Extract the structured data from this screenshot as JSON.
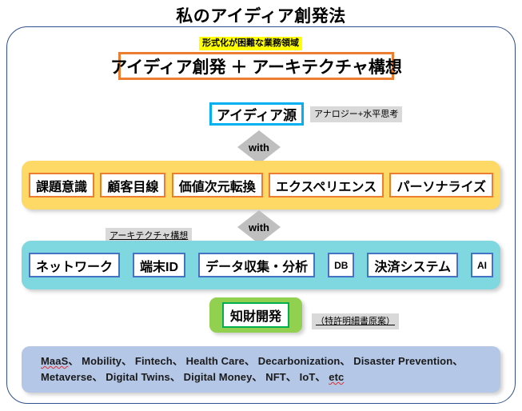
{
  "page_title": "私のアイディア創発法",
  "headline": {
    "highlight_label": "形式化が困難な業務領域",
    "text": "アイディア創発 ＋ アーキテクチャ構想"
  },
  "idea_source": {
    "label": "アイディア源",
    "note": "アナロジー+水平思考"
  },
  "connectors": {
    "with_upper": "with",
    "with_lower": "with"
  },
  "idea_methods_row": {
    "items": [
      {
        "label": "課題意識"
      },
      {
        "label": "顧客目線"
      },
      {
        "label": "価値次元転換"
      },
      {
        "label": "エクスペリエンス"
      },
      {
        "label": "パーソナライズ"
      }
    ]
  },
  "architecture_row": {
    "note": "アーキテクチャ構想",
    "items": [
      {
        "label": "ネットワーク",
        "size": "normal"
      },
      {
        "label": "端末ID",
        "size": "normal"
      },
      {
        "label": "データ収集・分析",
        "size": "normal"
      },
      {
        "label": "DB",
        "size": "small"
      },
      {
        "label": "決済システム",
        "size": "normal"
      },
      {
        "label": "AI",
        "size": "small"
      }
    ]
  },
  "ip_development": {
    "label": "知財開発",
    "note": "（特許明細書原案）"
  },
  "domains_footer": {
    "line1_part1": "MaaS",
    "line1_rest": "、 Mobility、 Fintech、 Health Care、 Decarbonization、 Disaster Prevention、",
    "line2_start": "Metaverse、 Digital Twins、 Digital Money、 NFT、 IoT、 ",
    "line2_spell": "etc"
  },
  "colors": {
    "frame_border": "#2F4F8F",
    "accent_orange": "#ED7D31",
    "band_orange": "#FFD966",
    "accent_cyan": "#00B0F0",
    "band_teal": "#7FD7E0",
    "accent_blue": "#4472C4",
    "band_green": "#92D050",
    "accent_green": "#00B050",
    "band_footer_blue": "#B4C7E7",
    "highlight_yellow": "#FFFF00",
    "note_gray": "#D9D9D9",
    "diamond_gray": "#BFBFBF"
  }
}
